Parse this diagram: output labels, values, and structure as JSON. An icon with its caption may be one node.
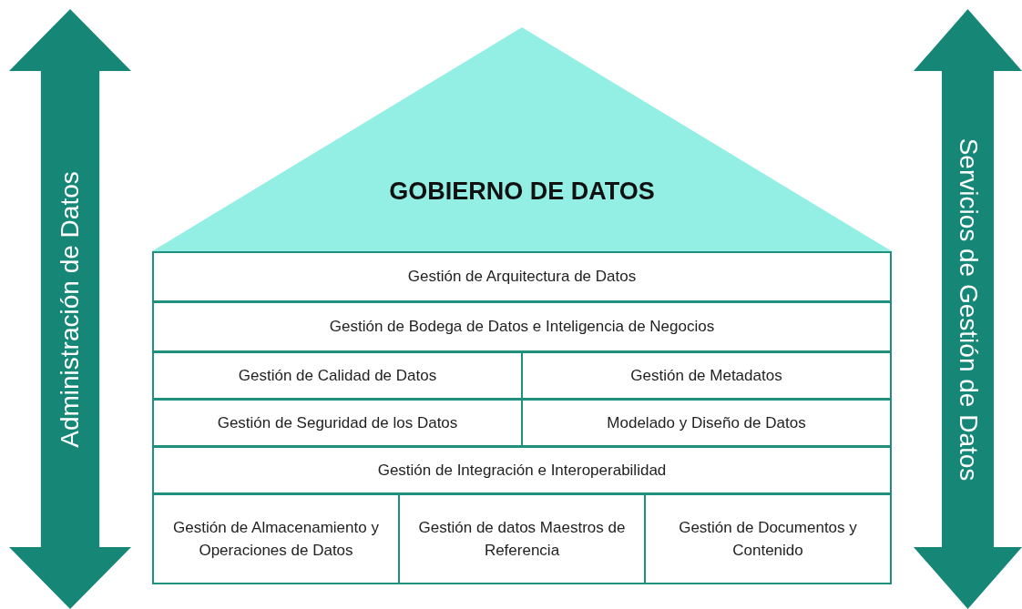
{
  "diagram": {
    "nodes": [
      {
        "text": [
          "Administración de Datos"
        ]
      },
      {
        "text": [
          "GOBIERNO DE DATOS"
        ]
      },
      {
        "text": [
          "Gestión de Arquitectura de Datos"
        ]
      },
      {
        "text": [
          "Gestión de Bodega de Datos e Inteligencia de Negocios"
        ]
      },
      {
        "text": [
          "Gestión de Calidad de Datos"
        ]
      },
      {
        "text": [
          "Gestión de Metadatos"
        ]
      },
      {
        "text": [
          "Gestión de Seguridad de los Datos"
        ]
      },
      {
        "text": [
          "Modelado y Diseño de Datos"
        ]
      },
      {
        "text": [
          "Gestión de Integración e Interoperabilidad"
        ]
      },
      {
        "text": [
          "Gestión de Almacenamiento y Operaciones de Datos"
        ]
      },
      {
        "text": [
          "Gestión de datos Maestros de Referencia"
        ]
      },
      {
        "text": [
          "Gestión de Documentos y Contenido"
        ]
      },
      {
        "text": [
          "Servicios de Gestión de Datos"
        ]
      }
    ],
    "edges": []
  }
}
